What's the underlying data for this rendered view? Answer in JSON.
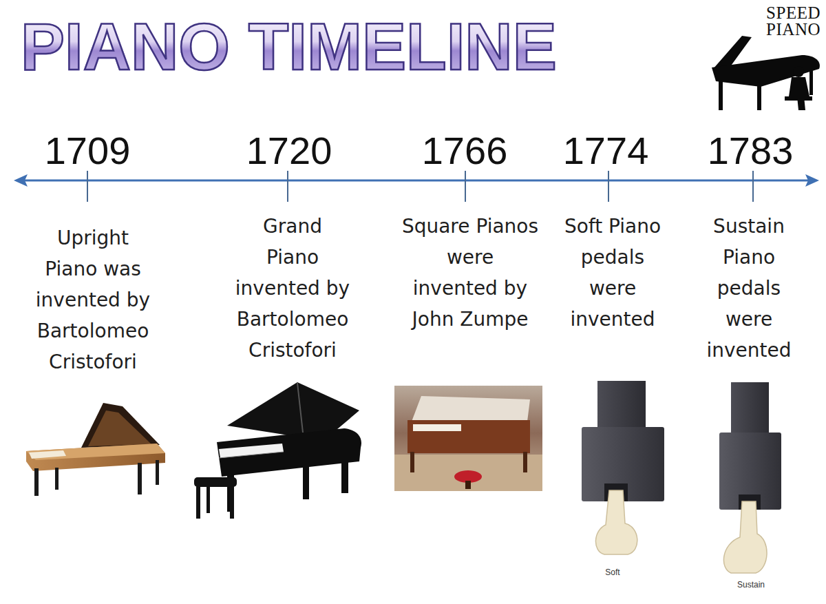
{
  "diagram": {
    "title": "PIANO TIMELINE",
    "labels": [
      "1709",
      "1720",
      "1766",
      "1774",
      "1783",
      "Upright Piano was invented by Bartolomeo Cristofori",
      "Grand Piano invented by Bartolomeo Cristofori",
      "Square Pianos were invented by John Zumpe",
      "Soft Piano pedals were invented",
      "Sustain Piano pedals were invented",
      "Soft",
      "Sustain",
      "SPEED",
      "PIANO"
    ]
  }
}
